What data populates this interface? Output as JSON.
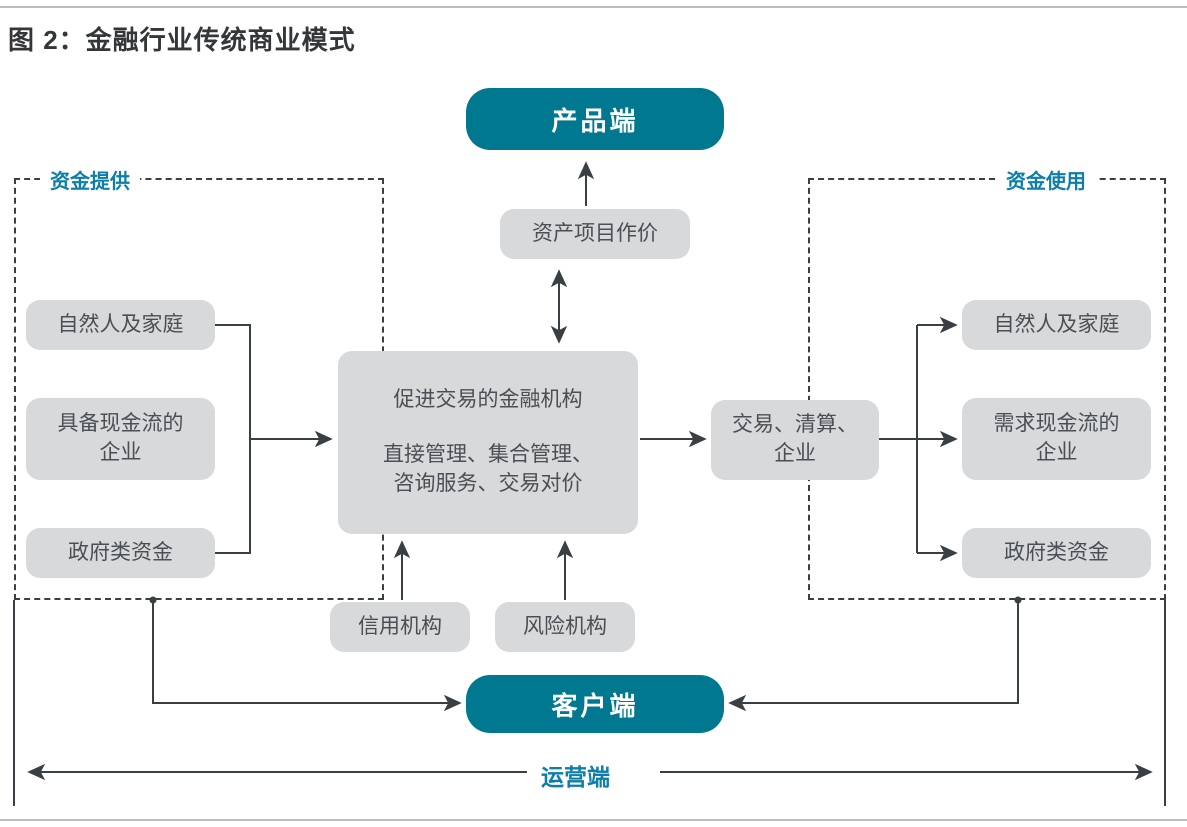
{
  "title": "图 2：金融行业传统商业模式",
  "colors": {
    "teal": "#00788f",
    "label_blue": "#0c7ea8",
    "box_gray": "#d8d9da",
    "line_dark": "#3a3f43",
    "title_dark": "#33373a",
    "rule_gray": "#b9bdc0"
  },
  "nodes": {
    "product_end": "产品端",
    "asset_pricing": "资产项目作价",
    "center_line1": "促进交易的金融机构",
    "center_line2": "直接管理、集合管理、",
    "center_line3": "咨询服务、交易对价",
    "clearing": "交易、清算、\n企业",
    "clearing_l1": "交易、清算、",
    "clearing_l2": "企业",
    "credit_org": "信用机构",
    "risk_org": "风险机构",
    "client_end": "客户端",
    "operation_end": "运营端"
  },
  "left_region": {
    "label": "资金提供",
    "items": [
      {
        "label": "自然人及家庭"
      },
      {
        "label": "具备现金流的\n企业",
        "l1": "具备现金流的",
        "l2": "企业"
      },
      {
        "label": "政府类资金"
      }
    ]
  },
  "right_region": {
    "label": "资金使用",
    "items": [
      {
        "label": "自然人及家庭"
      },
      {
        "label": "需求现金流的\n企业",
        "l1": "需求现金流的",
        "l2": "企业"
      },
      {
        "label": "政府类资金"
      }
    ]
  }
}
